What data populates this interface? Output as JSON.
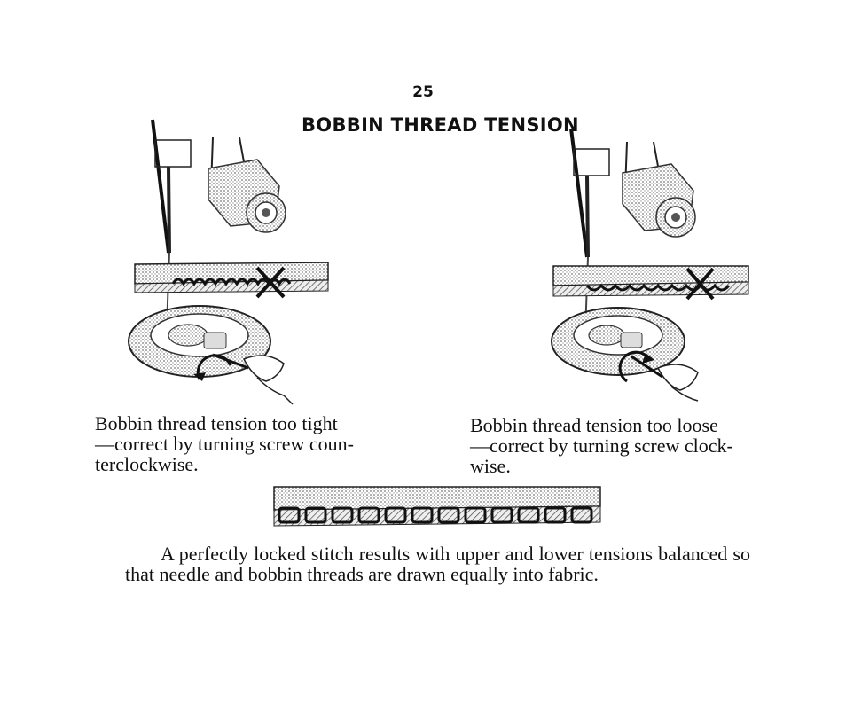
{
  "page": {
    "number": "25",
    "title": "BOBBIN THREAD TENSION"
  },
  "figures": {
    "left_caption": "Bobbin thread tension too tight\n—correct by turning screw coun-\nterclockwise.",
    "right_caption": "Bobbin thread tension too loose\n—correct by turning screw clock-\nwise.",
    "icons": [
      "needle-thread-illustration",
      "tension-dial-illustration",
      "fabric-stitch-strip-illustration",
      "x-mark-icon",
      "bobbin-case-illustration",
      "screwdriver-hand-illustration",
      "rotation-arrow-icon"
    ]
  },
  "body": {
    "paragraph": "A perfectly locked stitch results with upper and lower tensions balanced so that needle and bobbin threads are drawn equally into fabric."
  }
}
